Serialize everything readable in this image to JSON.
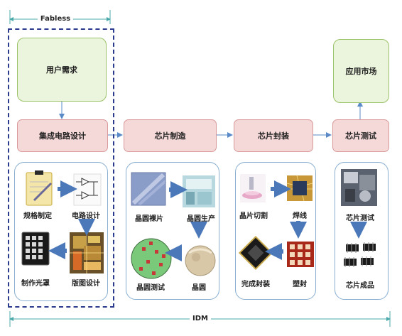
{
  "scope": {
    "fabless": "Fabless",
    "idm": "IDM"
  },
  "nodes": {
    "user_demand": "用户需求",
    "app_market": "应用市场",
    "ic_design": "集成电路设计",
    "chip_manufacturing": "芯片制造",
    "chip_packaging": "芯片封装",
    "chip_testing": "芯片测试"
  },
  "design_steps": {
    "spec": "规格制定",
    "circuit": "电路设计",
    "layout": "版图设计",
    "mask": "制作光罩"
  },
  "manufacturing_steps": {
    "bare_wafer": "晶圆裸片",
    "wafer_production": "晶圆生产",
    "wafer": "晶圆",
    "wafer_test": "晶圆测试"
  },
  "packaging_steps": {
    "dicing": "晶片切割",
    "wire_bonding": "焊线",
    "molding": "塑封",
    "finished_package": "完成封装"
  },
  "testing_steps": {
    "chip_test": "芯片测试",
    "finished_chip": "芯片成品"
  },
  "colors": {
    "arrow_blue": "#4a78b8",
    "dash_navy": "#2a3a8c",
    "green_fill": "#ebf4dc",
    "pink_fill": "#f5d8d8",
    "panel_border": "#88aed0"
  }
}
